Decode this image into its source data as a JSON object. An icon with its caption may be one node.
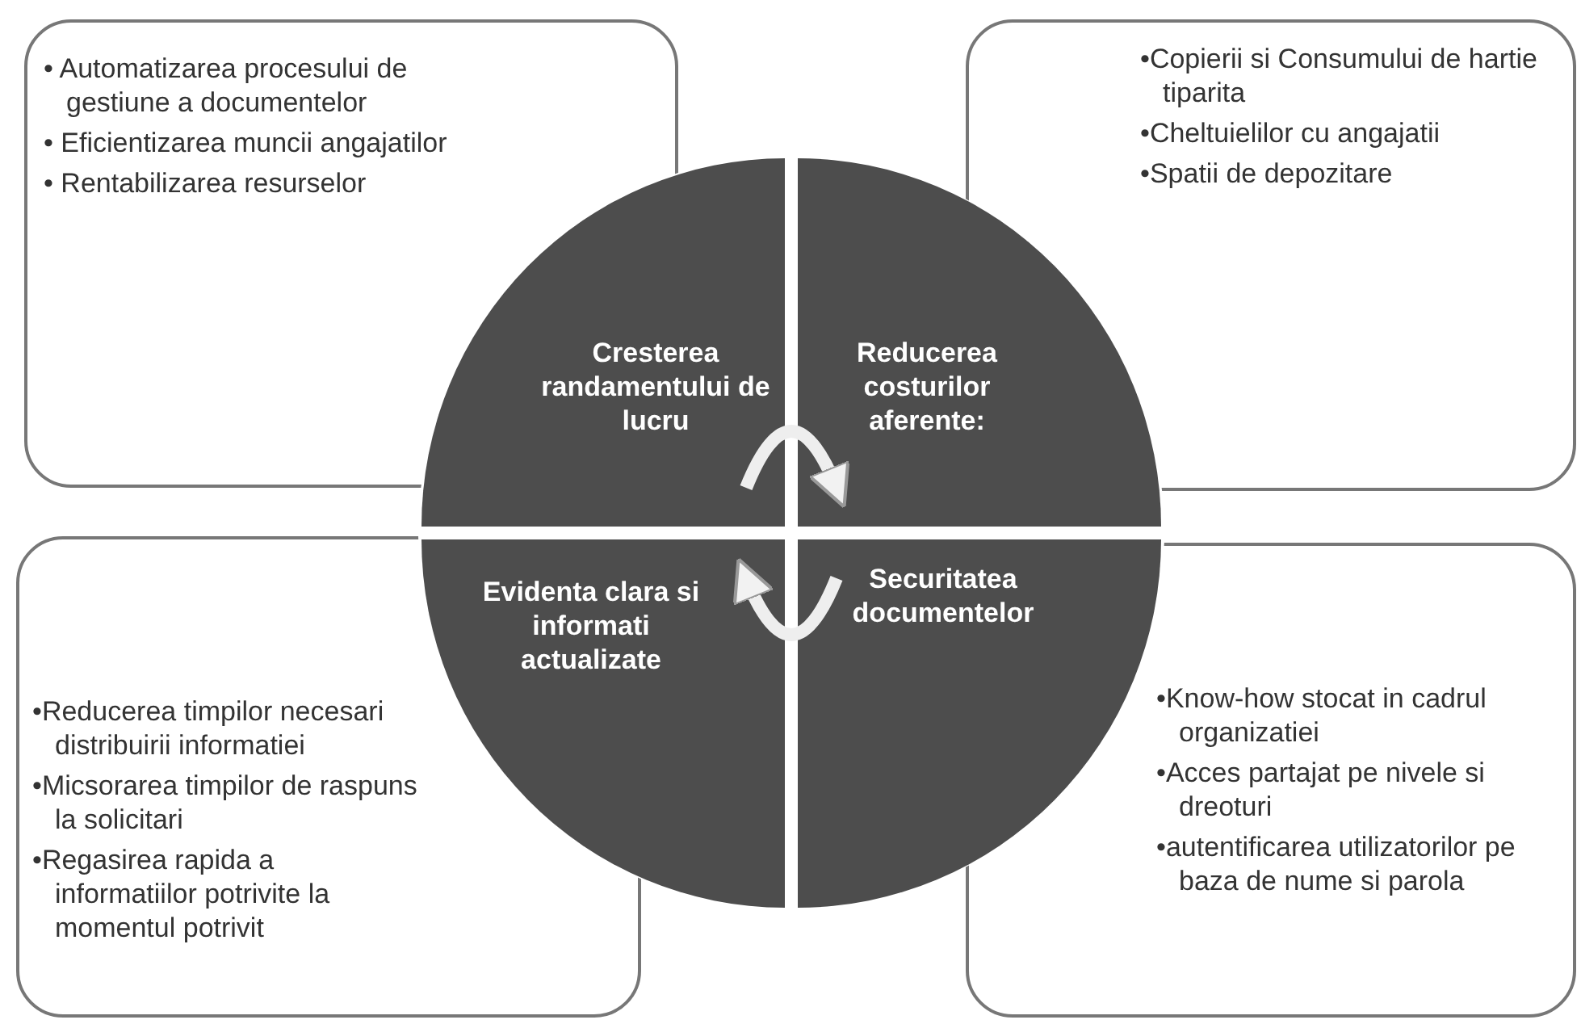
{
  "diagram": {
    "nodes": [
      {
        "text": [
          "• Automatizarea procesului de gestiune a documentelor",
          "• Eficientizarea muncii angajatilor",
          "• Rentabilizarea resurselor"
        ]
      },
      {
        "text": [
          "•Copierii si Consumului de hartie tiparita",
          "•Cheltuielilor cu angajatii",
          "•Spatii de depozitare"
        ]
      },
      {
        "text": [
          "Cresterea randamentului de lucru"
        ]
      },
      {
        "text": [
          "Reducerea costurilor aferente:"
        ]
      },
      {
        "text": [
          "Evidenta clara si informati actualizate"
        ]
      },
      {
        "text": [
          "Securitatea documentelor"
        ]
      },
      {
        "text": [
          "•Reducerea timpilor necesari distribuirii informatiei",
          "•Micsorarea timpilor de raspuns la solicitari",
          "•Regasirea rapida a informatiilor potrivite la momentul potrivit"
        ]
      },
      {
        "text": [
          "•Know-how stocat in cadrul organizatiei",
          "•Acces partajat pe nivele si dreoturi",
          "•autentificarea utilizatorilor pe baza de nume si parola"
        ]
      }
    ],
    "edges": [
      {
        "from": 2,
        "to": 3,
        "arrow": "to"
      },
      {
        "from": 5,
        "to": 4,
        "arrow": "to"
      }
    ]
  }
}
